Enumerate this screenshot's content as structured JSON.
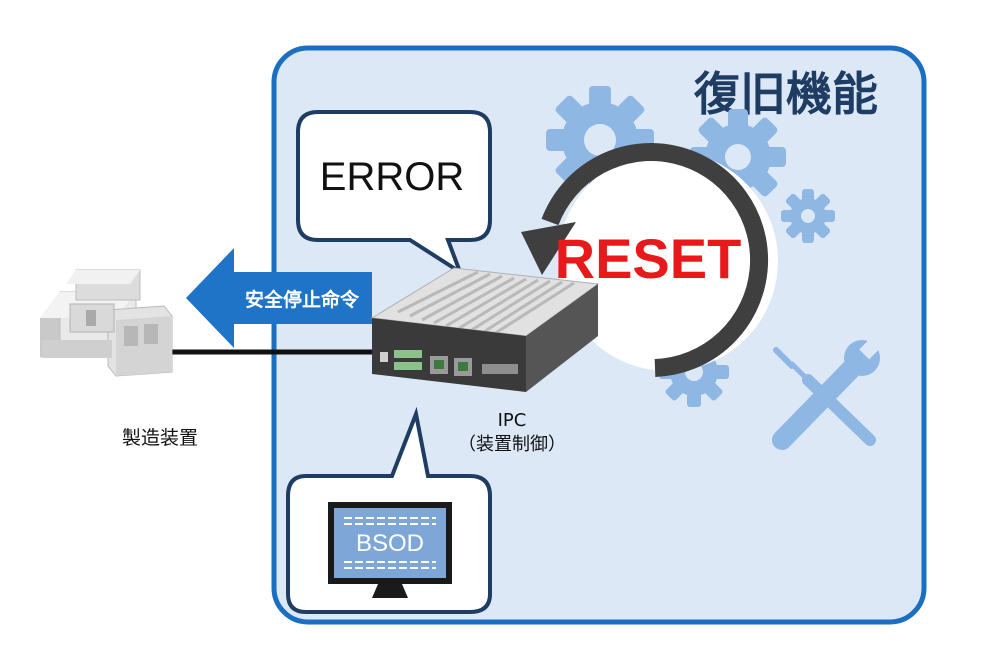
{
  "panel": {
    "title": "復旧機能",
    "background": "#dce8f6",
    "border": "#1b6fc2",
    "title_color": "#1f3d62"
  },
  "error_bubble": {
    "text": "ERROR"
  },
  "reset": {
    "text": "RESET",
    "color": "#e8191a"
  },
  "ipc": {
    "label_line1": "IPC",
    "label_line2": "（装置制御）"
  },
  "machine": {
    "label": "製造装置"
  },
  "stop_arrow": {
    "text": "安全停止命令",
    "color": "#1f74c8"
  },
  "monitor": {
    "screen_text": "BSOD"
  },
  "icons": [
    "gear-icon",
    "tools-icon",
    "circular-arrow-icon",
    "monitor-icon",
    "ipc-device-icon",
    "machine-icon"
  ]
}
